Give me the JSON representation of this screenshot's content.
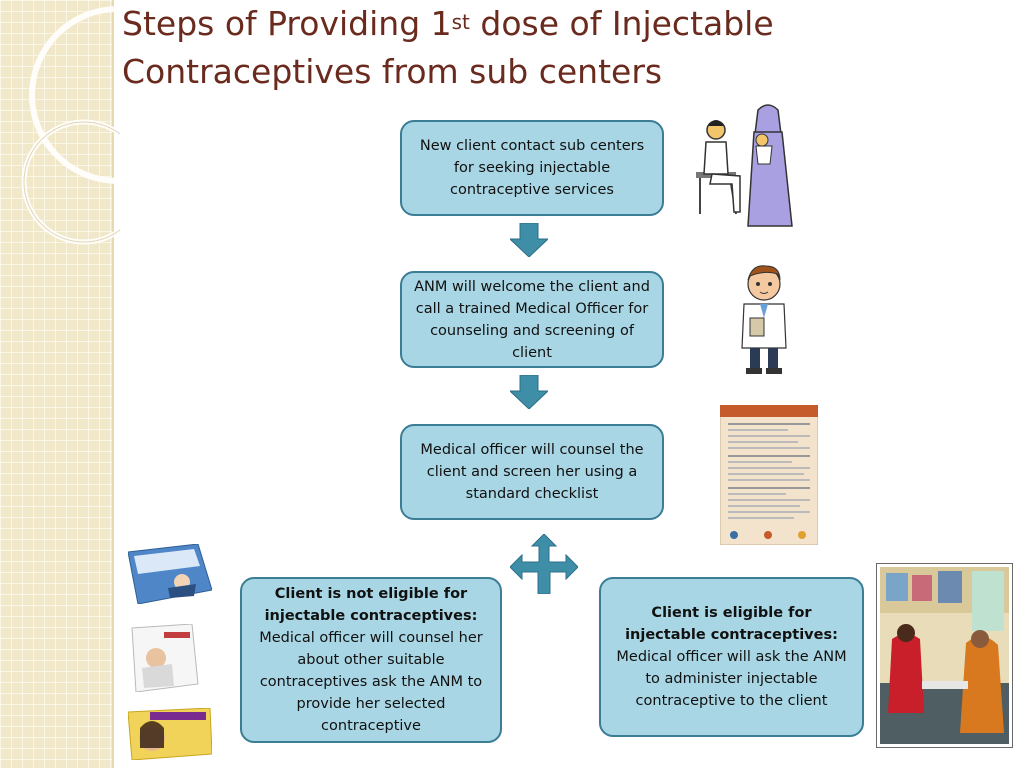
{
  "slide": {
    "title_part1": "Steps of Providing 1",
    "title_sup": "st",
    "title_part2": " dose of Injectable Contraceptives from sub centers"
  },
  "steps": {
    "step1": "New client contact sub centers for seeking injectable contraceptive services",
    "step2": "ANM will welcome the client and call a trained Medical Officer for counseling and screening of client",
    "step3": "Medical officer will counsel the client and screen her using a standard checklist",
    "not_eligible_heading": "Client is not eligible for injectable contraceptives:",
    "not_eligible_text": "Medical officer will counsel her about other suitable contraceptives ask the ANM to provide her selected contraceptive",
    "eligible_heading": "Client is eligible for injectable contraceptives:",
    "eligible_text": "Medical officer will ask the ANM to administer injectable contraceptive to the client"
  },
  "colors": {
    "box_fill": "#a9d6e4",
    "box_border": "#3a7d95",
    "arrow": "#3f8ea8",
    "title": "#6a2a1e"
  }
}
